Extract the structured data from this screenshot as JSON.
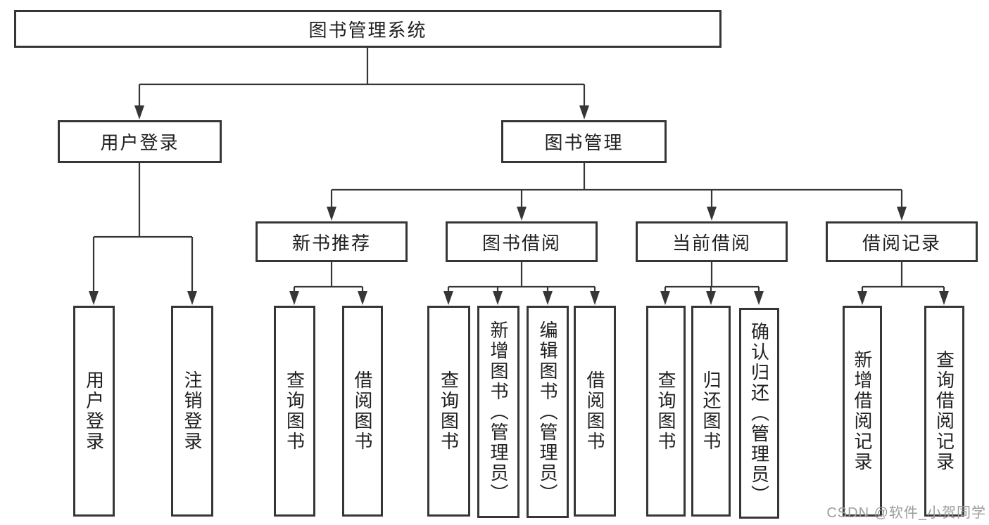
{
  "tree": {
    "root": {
      "label": "图书管理系统"
    },
    "branches": [
      {
        "label": "用户登录",
        "children": [
          {
            "label": "用户登录"
          },
          {
            "label": "注销登录"
          }
        ]
      },
      {
        "label": "图书管理",
        "children": [
          {
            "label": "新书推荐",
            "children": [
              {
                "label": "查询图书"
              },
              {
                "label": "借阅图书"
              }
            ]
          },
          {
            "label": "图书借阅",
            "children": [
              {
                "label": "查询图书"
              },
              {
                "label": "新增图书（管理员）"
              },
              {
                "label": "编辑图书（管理员）"
              },
              {
                "label": "借阅图书"
              }
            ]
          },
          {
            "label": "当前借阅",
            "children": [
              {
                "label": "查询图书"
              },
              {
                "label": "归还图书"
              },
              {
                "label": "确认归还（管理员）"
              }
            ]
          },
          {
            "label": "借阅记录",
            "children": [
              {
                "label": "新增借阅记录"
              },
              {
                "label": "查询借阅记录"
              }
            ]
          }
        ]
      }
    ]
  },
  "watermark": {
    "text": "CSDN @软件_小贺同学"
  },
  "colors": {
    "line": "#363636",
    "box_border": "#363636",
    "text": "#1f1f1f",
    "background": "#ffffff",
    "watermark": "#9c9c9c"
  }
}
